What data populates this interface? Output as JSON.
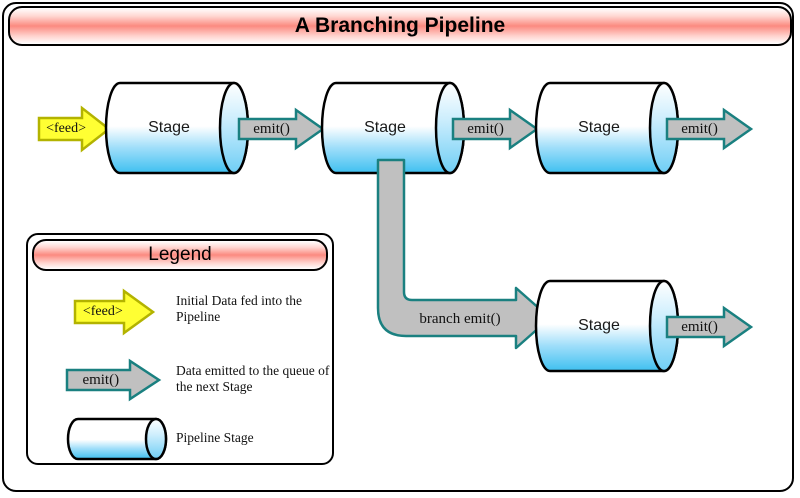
{
  "diagram": {
    "title": "A Branching Pipeline",
    "colors": {
      "title_bar_red": "#fb8a80",
      "feed_arrow_fill": "#ffff33",
      "feed_arrow_stroke": "#b3b300",
      "emit_arrow_fill": "#c0c0c0",
      "emit_arrow_stroke": "#1a8080",
      "cylinder_top": "#ffffff",
      "cylinder_bottom": "#3fc0f0",
      "cylinder_stroke": "#000000",
      "frame_stroke": "#000000",
      "background": "#ffffff"
    }
  },
  "flow": {
    "feed": {
      "label": "<feed>",
      "icon": "feed-arrow-icon"
    },
    "top_row": {
      "stage1": {
        "label": "Stage"
      },
      "emit1": {
        "label": "emit()"
      },
      "stage2": {
        "label": "Stage"
      },
      "emit2": {
        "label": "emit()"
      },
      "stage3": {
        "label": "Stage"
      },
      "emit3": {
        "label": "emit()"
      }
    },
    "branch": {
      "label": "branch emit()",
      "stage4": {
        "label": "Stage"
      },
      "emit4": {
        "label": "emit()"
      }
    }
  },
  "legend": {
    "title": "Legend",
    "items": [
      {
        "symbol_label": "<feed>",
        "symbol_kind": "feed-arrow",
        "description": "Initial Data fed into the Pipeline"
      },
      {
        "symbol_label": "emit()",
        "symbol_kind": "emit-arrow",
        "description": "Data emitted to the queue of the next Stage"
      },
      {
        "symbol_label": "",
        "symbol_kind": "cylinder",
        "description": "Pipeline Stage"
      }
    ]
  }
}
